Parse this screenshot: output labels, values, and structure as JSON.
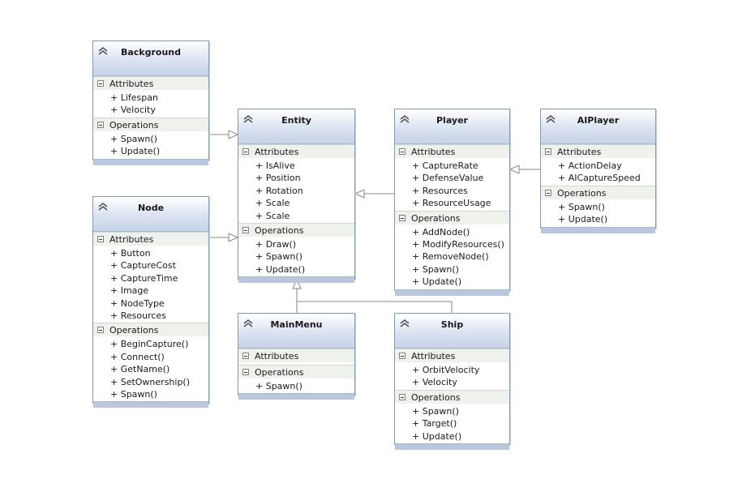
{
  "section_labels": {
    "attributes": "Attributes",
    "operations": "Operations"
  },
  "classes": {
    "background": {
      "name": "Background",
      "attributes": [
        "+ Lifespan",
        "+ Velocity"
      ],
      "operations": [
        "+ Spawn()",
        "+ Update()"
      ]
    },
    "entity": {
      "name": "Entity",
      "attributes": [
        "+ IsAlive",
        "+ Position",
        "+ Rotation",
        "+ Scale",
        "+ Scale"
      ],
      "operations": [
        "+ Draw()",
        "+ Spawn()",
        "+ Update()"
      ]
    },
    "player": {
      "name": "Player",
      "attributes": [
        "+ CaptureRate",
        "+ DefenseValue",
        "+ Resources",
        "+ ResourceUsage"
      ],
      "operations": [
        "+ AddNode()",
        "+ ModifyResources()",
        "+ RemoveNode()",
        "+ Spawn()",
        "+ Update()"
      ]
    },
    "aiplayer": {
      "name": "AIPlayer",
      "attributes": [
        "+ ActionDelay",
        "+ AICaptureSpeed"
      ],
      "operations": [
        "+ Spawn()",
        "+ Update()"
      ]
    },
    "node": {
      "name": "Node",
      "attributes": [
        "+ Button",
        "+ CaptureCost",
        "+ CaptureTime",
        "+ Image",
        "+ NodeType",
        "+ Resources"
      ],
      "operations": [
        "+ BeginCapture()",
        "+ Connect()",
        "+ GetName()",
        "+ SetOwnership()",
        "+ Spawn()"
      ]
    },
    "mainmenu": {
      "name": "MainMenu",
      "attributes": [],
      "operations": [
        "+ Spawn()"
      ]
    },
    "ship": {
      "name": "Ship",
      "attributes": [
        "+ OrbitVelocity",
        "+ Velocity"
      ],
      "operations": [
        "+ Spawn()",
        "+ Target()",
        "+ Update()"
      ]
    }
  }
}
